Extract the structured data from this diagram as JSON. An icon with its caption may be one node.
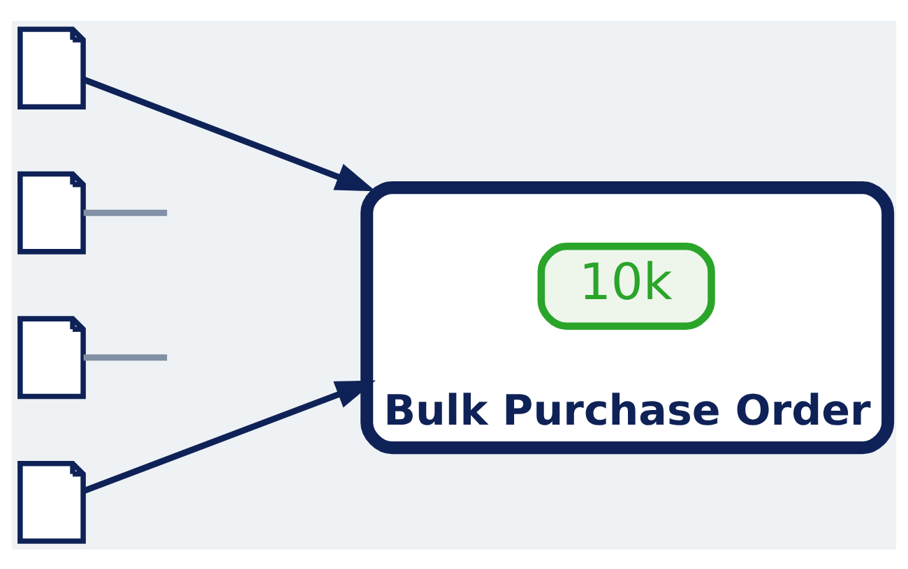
{
  "diagram": {
    "nodes": [
      {
        "text": [],
        "shape": "document"
      },
      {
        "text": [],
        "shape": "document"
      },
      {
        "text": [],
        "shape": "document"
      },
      {
        "text": [],
        "shape": "document"
      },
      {
        "text": [
          "Bulk Purchase Order"
        ]
      },
      {
        "text": [
          "10k"
        ],
        "in": 4
      }
    ],
    "edges": [
      {
        "from": 0,
        "to": 4,
        "arrow": "to"
      },
      {
        "from": 1,
        "to": null,
        "arrow": "none",
        "color": "#8190a5"
      },
      {
        "from": 2,
        "to": null,
        "arrow": "none",
        "color": "#8190a5"
      },
      {
        "from": 3,
        "to": 4,
        "arrow": "to"
      }
    ]
  }
}
